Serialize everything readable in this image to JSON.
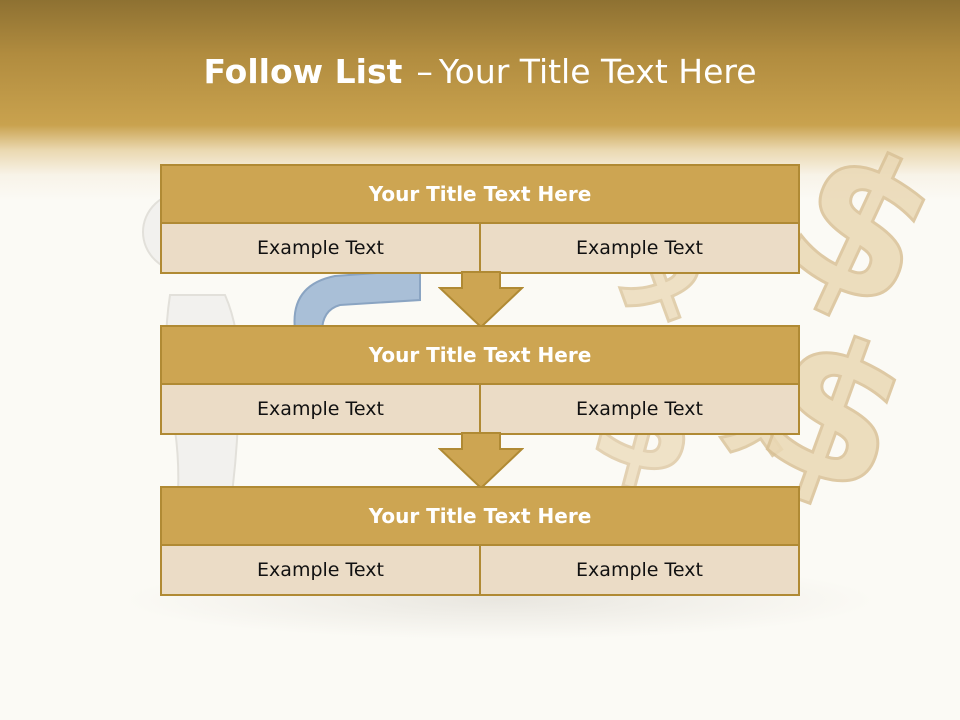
{
  "slide": {
    "title_bold": "Follow List",
    "title_separator": "–",
    "title_rest": "Your Title Text Here"
  },
  "blocks": [
    {
      "title": "Your Title Text Here",
      "left": "Example Text",
      "right": "Example Text"
    },
    {
      "title": "Your Title Text Here",
      "left": "Example Text",
      "right": "Example Text"
    },
    {
      "title": "Your Title Text Here",
      "left": "Example Text",
      "right": "Example Text"
    }
  ],
  "colors": {
    "header": "#c9a24e",
    "block_title": "#cda552",
    "block_body": "#ebdcc6",
    "border": "#b08a34",
    "arrow": "#cda552"
  },
  "decorations": [
    "dollar-sign-icon",
    "magnet-icon",
    "figure-illustration"
  ]
}
